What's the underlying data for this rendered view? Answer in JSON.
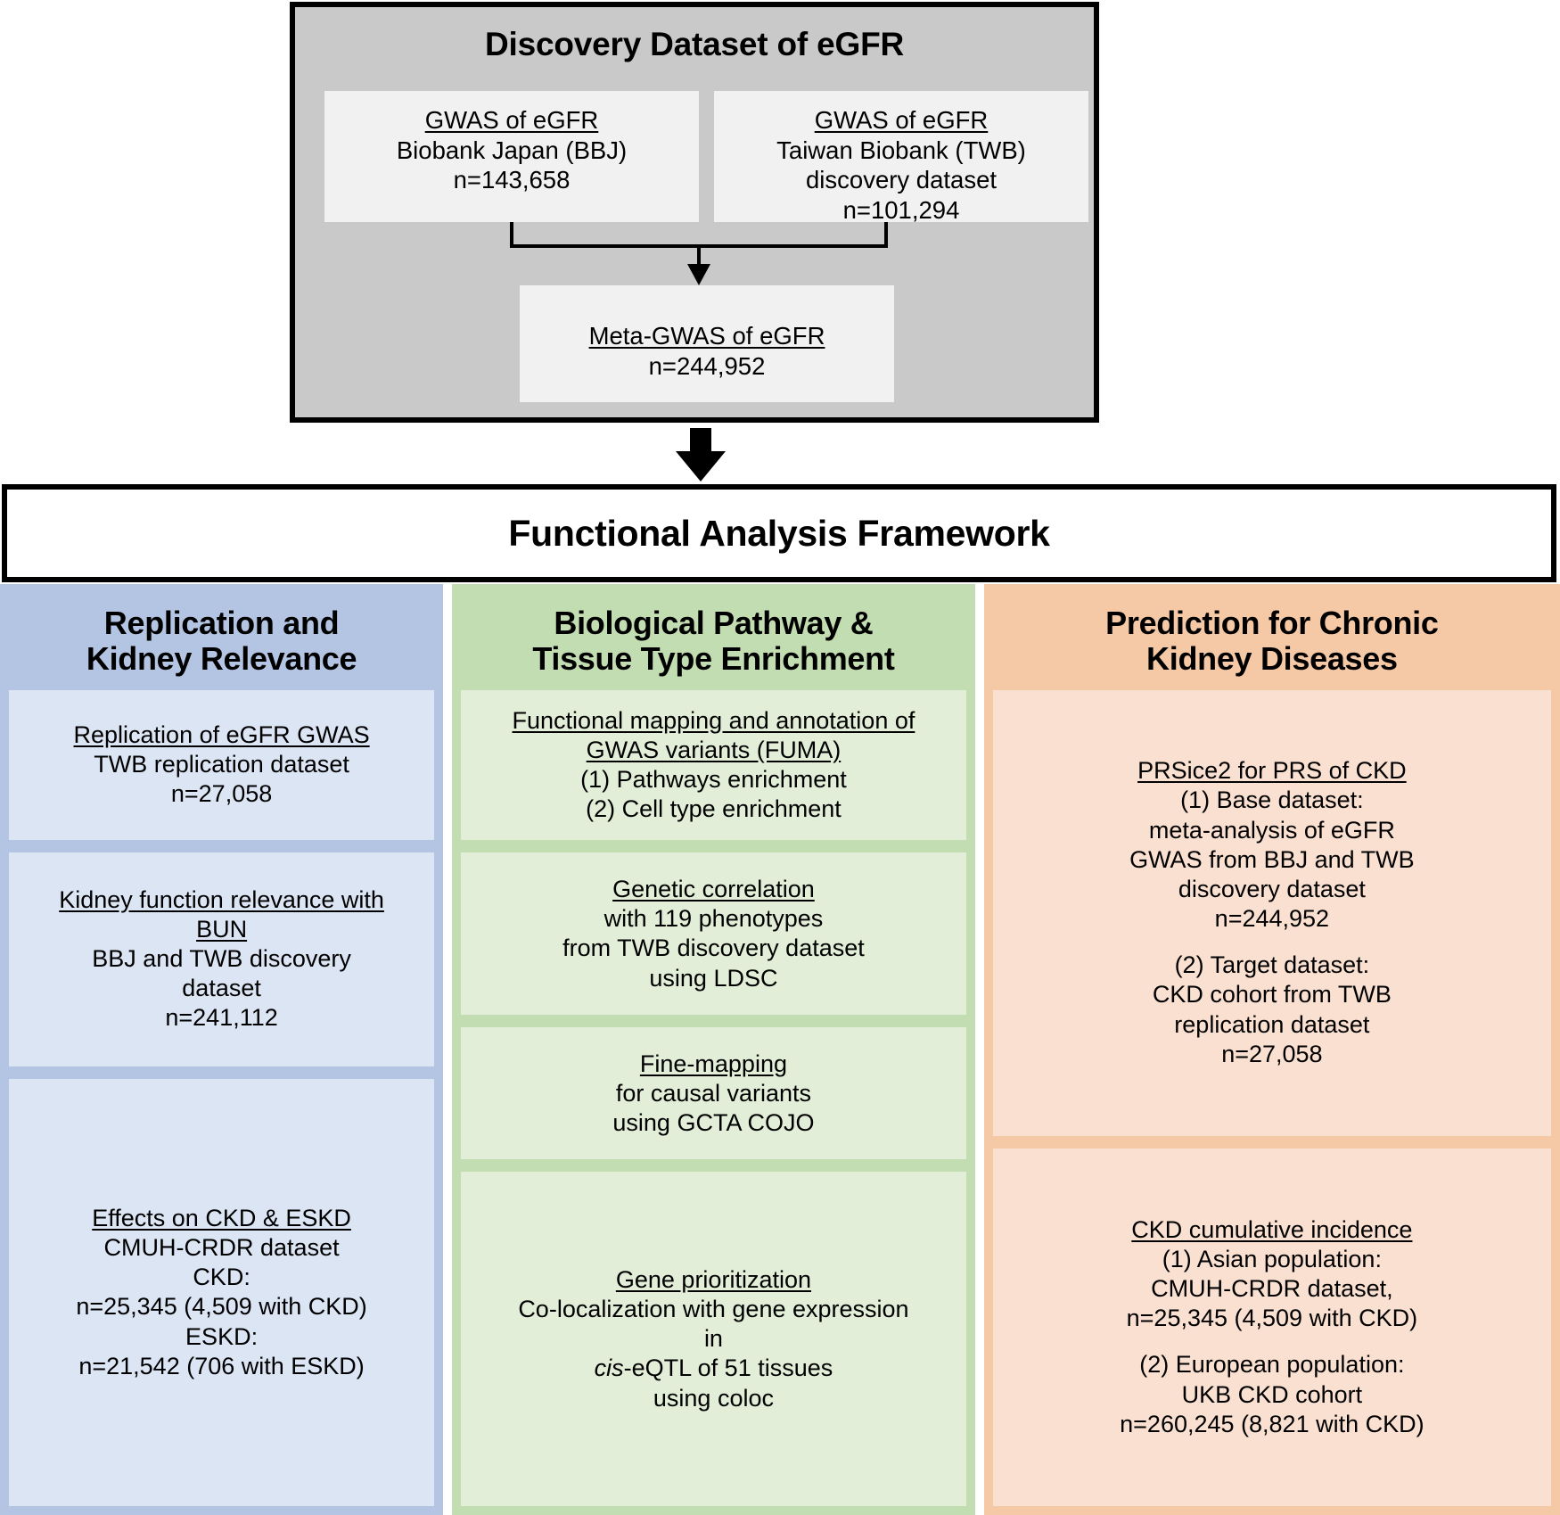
{
  "top_panel": {
    "title": "Discovery Dataset of eGFR",
    "boxes": {
      "bbj": {
        "heading": "GWAS of eGFR",
        "line1": "Biobank Japan (BBJ)",
        "line2": "n=143,658"
      },
      "twb": {
        "heading": "GWAS of eGFR",
        "line1": "Taiwan Biobank (TWB)",
        "line2": "discovery dataset",
        "line3": "n=101,294"
      },
      "meta": {
        "heading": "Meta-GWAS of eGFR",
        "line1": "n=244,952"
      }
    }
  },
  "framework": {
    "title": "Functional Analysis Framework"
  },
  "columns": [
    {
      "id": "replication",
      "heading_line1": "Replication and",
      "heading_line2": "Kidney Relevance",
      "accent": "#b4c5e4",
      "card_color": "#dce5f4",
      "cards": [
        {
          "heading": "Replication of eGFR GWAS",
          "lines": [
            "TWB replication dataset",
            "n=27,058"
          ]
        },
        {
          "heading": "Kidney function relevance with",
          "heading2": "BUN",
          "lines": [
            "BBJ and TWB discovery",
            "dataset",
            "n=241,112"
          ]
        },
        {
          "heading": "Effects on CKD & ESKD",
          "lines": [
            "CMUH-CRDR dataset",
            "CKD:",
            "n=25,345 (4,509 with CKD)",
            "ESKD:",
            "n=21,542 (706 with ESKD)"
          ]
        }
      ]
    },
    {
      "id": "pathway",
      "heading_line1": "Biological Pathway &",
      "heading_line2": "Tissue Type Enrichment",
      "accent": "#c2ddb1",
      "card_color": "#e2eed7",
      "cards": [
        {
          "heading": "Functional mapping and annotation of",
          "heading2": "GWAS variants (FUMA)",
          "lines": [
            "(1) Pathways enrichment",
            "(2) Cell type enrichment"
          ]
        },
        {
          "heading": "Genetic correlation",
          "lines": [
            "with 119 phenotypes",
            "from TWB discovery dataset",
            "using LDSC"
          ]
        },
        {
          "heading": "Fine-mapping",
          "lines": [
            "for causal variants",
            "using GCTA COJO"
          ]
        },
        {
          "heading": "Gene prioritization",
          "lines": [
            "Co-localization with gene expression",
            "in",
            "cis-eQTL of 51 tissues",
            "using coloc"
          ]
        }
      ]
    },
    {
      "id": "prediction",
      "heading_line1": "Prediction for Chronic",
      "heading_line2": "Kidney Diseases",
      "accent": "#f6c9a6",
      "card_color": "#fae0d0",
      "cards": [
        {
          "heading": "PRSice2 for PRS of CKD",
          "lines": [
            "(1) Base dataset:",
            "meta-analysis of eGFR",
            "GWAS from BBJ and TWB",
            "discovery dataset",
            "n=244,952",
            "",
            "(2) Target dataset:",
            "CKD cohort from TWB",
            "replication dataset",
            "n=27,058"
          ]
        },
        {
          "heading": "CKD cumulative incidence",
          "lines": [
            "(1) Asian population:",
            "CMUH-CRDR dataset,",
            "n=25,345 (4,509 with CKD)",
            "",
            "(2) European population:",
            "UKB CKD cohort",
            "n=260,245 (8,821 with CKD)"
          ]
        }
      ]
    }
  ],
  "icons": {
    "down_arrow": "down-arrow-icon",
    "merge_connector": "merge-connector-icon"
  },
  "colors": {
    "panel_grey": "#c9c9c9",
    "box_light": "#f1f1f1",
    "blue_accent": "#b4c5e4",
    "blue_card": "#dce5f4",
    "green_accent": "#c2ddb1",
    "green_card": "#e2eed7",
    "orange_accent": "#f6c9a6",
    "orange_card": "#fae0d0",
    "outline": "#000000"
  }
}
